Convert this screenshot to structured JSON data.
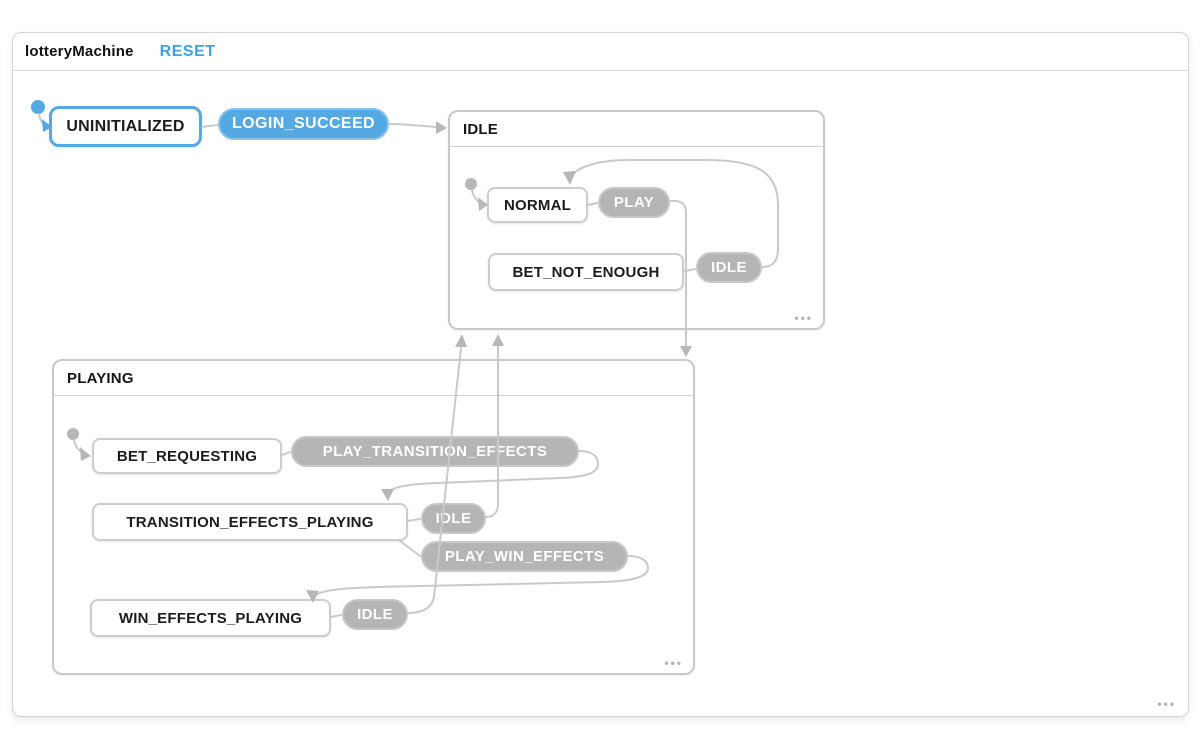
{
  "machine": {
    "title": "lotteryMachine",
    "reset_label": "RESET",
    "more_indicator": "•••"
  },
  "states": {
    "uninitialized": "UNINITIALIZED",
    "idle": "IDLE",
    "normal": "NORMAL",
    "bet_not_enough": "BET_NOT_ENOUGH",
    "playing": "PLAYING",
    "bet_requesting": "BET_REQUESTING",
    "transition_effects_playing": "TRANSITION_EFFECTS_PLAYING",
    "win_effects_playing": "WIN_EFFECTS_PLAYING"
  },
  "events": {
    "login_succeed": "LOGIN_SUCCEED",
    "play": "PLAY",
    "idle_from_bet_not_enough": "IDLE",
    "play_transition_effects": "PLAY_TRANSITION_EFFECTS",
    "idle_from_transition_effects": "IDLE",
    "play_win_effects": "PLAY_WIN_EFFECTS",
    "idle_from_win_effects": "IDLE"
  },
  "colors": {
    "active_blue": "#55A9E2",
    "reset_blue": "#3EA2EB",
    "event_gray": "#B5B5B5",
    "edge_gray": "#C9C9C9",
    "arrow_gray": "#B7B7B7"
  }
}
